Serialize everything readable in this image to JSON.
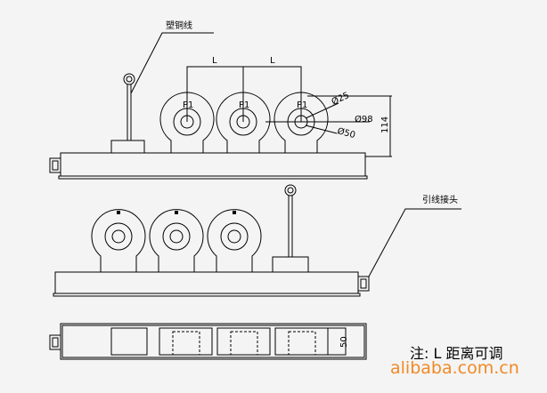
{
  "labels": {
    "wire": "塑铜线",
    "lead_connector": "引线接头",
    "phase": [
      "P1",
      "P1",
      "P1"
    ],
    "spacing": [
      "L",
      "L"
    ],
    "dia_inner": "Ø25",
    "dia_outer": "Ø98",
    "dia_mid": "Ø50",
    "height": "114",
    "depth": "50"
  },
  "note": "注: L 距离可调",
  "watermark": "alibaba.com.cn",
  "colors": {
    "line": "#000000",
    "watermark": "#f08a24",
    "background": "#f4f4f4"
  }
}
